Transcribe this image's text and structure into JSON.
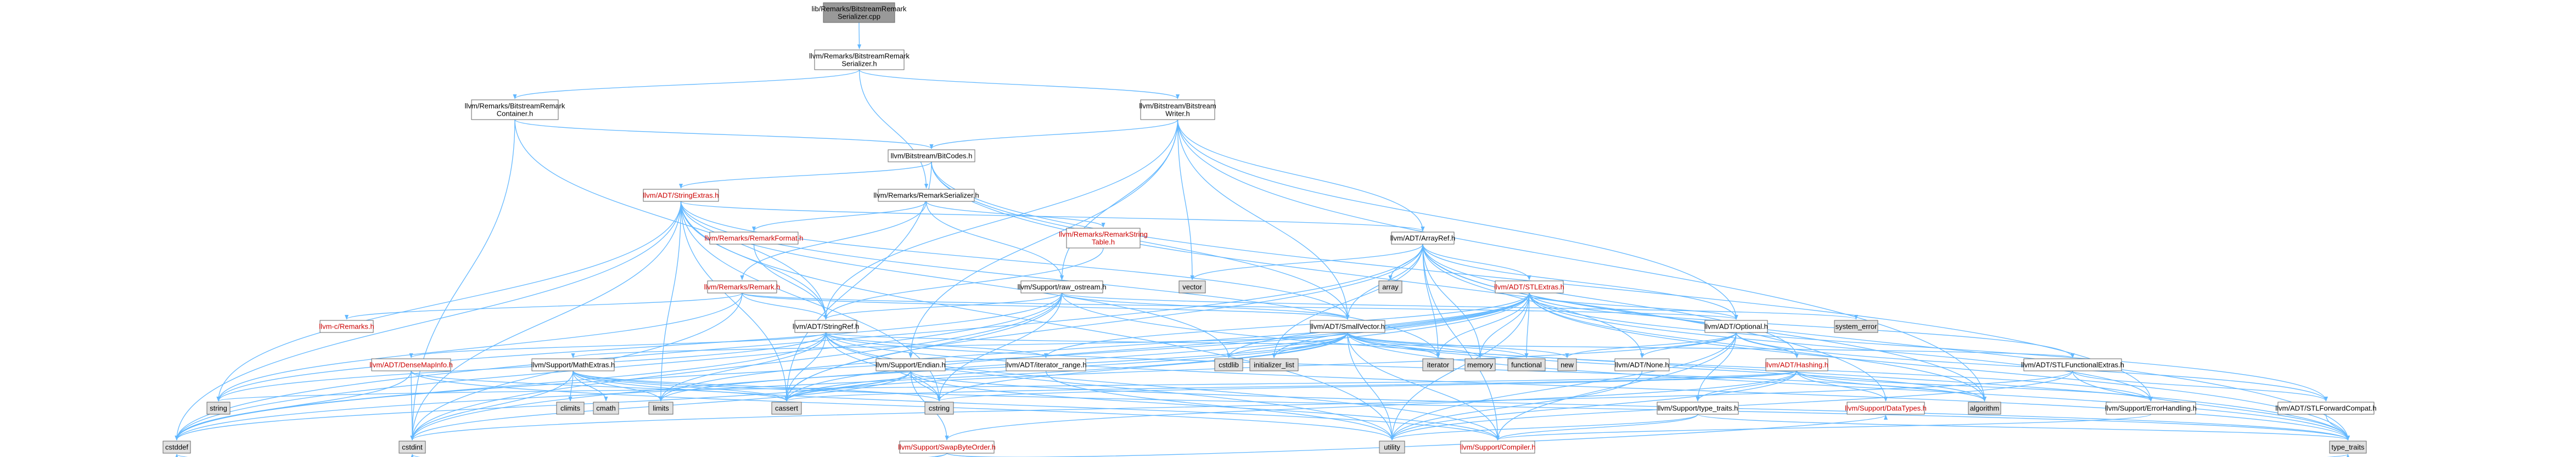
{
  "nodes": [
    {
      "id": "root",
      "lines": [
        "lib/Remarks/BitstreamRemark",
        "Serializer.cpp"
      ],
      "style": "root"
    },
    {
      "id": "brs_h",
      "lines": [
        "llvm/Remarks/BitstreamRemark",
        "Serializer.h"
      ],
      "style": "plain"
    },
    {
      "id": "brc_h",
      "lines": [
        "llvm/Remarks/BitstreamRemark",
        "Container.h"
      ],
      "style": "plain"
    },
    {
      "id": "bw_h",
      "lines": [
        "llvm/Bitstream/Bitstream",
        "Writer.h"
      ],
      "style": "plain"
    },
    {
      "id": "bitcodes",
      "lines": [
        "llvm/Bitstream/BitCodes.h"
      ],
      "style": "plain"
    },
    {
      "id": "stringextras",
      "lines": [
        "llvm/ADT/StringExtras.h"
      ],
      "style": "red"
    },
    {
      "id": "remarkser",
      "lines": [
        "llvm/Remarks/RemarkSerializer.h"
      ],
      "style": "plain"
    },
    {
      "id": "remarkformat",
      "lines": [
        "llvm/Remarks/RemarkFormat.h"
      ],
      "style": "red"
    },
    {
      "id": "remarkstrtab",
      "lines": [
        "llvm/Remarks/RemarkString",
        "Table.h"
      ],
      "style": "red"
    },
    {
      "id": "arrayref",
      "lines": [
        "llvm/ADT/ArrayRef.h"
      ],
      "style": "plain"
    },
    {
      "id": "remark_h",
      "lines": [
        "llvm/Remarks/Remark.h"
      ],
      "style": "red"
    },
    {
      "id": "rawostream",
      "lines": [
        "llvm/Support/raw_ostream.h"
      ],
      "style": "plain"
    },
    {
      "id": "stlextras",
      "lines": [
        "llvm/ADT/STLExtras.h"
      ],
      "style": "red"
    },
    {
      "id": "array",
      "lines": [
        "array"
      ],
      "style": "sys"
    },
    {
      "id": "vector",
      "lines": [
        "vector"
      ],
      "style": "sys"
    },
    {
      "id": "stringref",
      "lines": [
        "llvm/ADT/StringRef.h"
      ],
      "style": "plain"
    },
    {
      "id": "remarks_c",
      "lines": [
        "llvm-c/Remarks.h"
      ],
      "style": "red"
    },
    {
      "id": "smallvector",
      "lines": [
        "llvm/ADT/SmallVector.h"
      ],
      "style": "plain"
    },
    {
      "id": "optional",
      "lines": [
        "llvm/ADT/Optional.h"
      ],
      "style": "plain"
    },
    {
      "id": "systemerror",
      "lines": [
        "system_error"
      ],
      "style": "sys"
    },
    {
      "id": "densemapinfo",
      "lines": [
        "llvm/ADT/DenseMapInfo.h"
      ],
      "style": "red"
    },
    {
      "id": "mathextras",
      "lines": [
        "llvm/Support/MathExtras.h"
      ],
      "style": "plain"
    },
    {
      "id": "endian",
      "lines": [
        "llvm/Support/Endian.h"
      ],
      "style": "plain"
    },
    {
      "id": "iterrange",
      "lines": [
        "llvm/ADT/iterator_range.h"
      ],
      "style": "plain"
    },
    {
      "id": "cstdlib",
      "lines": [
        "cstdlib"
      ],
      "style": "sys"
    },
    {
      "id": "initlist",
      "lines": [
        "initializer_list"
      ],
      "style": "sys"
    },
    {
      "id": "iterator",
      "lines": [
        "iterator"
      ],
      "style": "sys"
    },
    {
      "id": "memory",
      "lines": [
        "memory"
      ],
      "style": "sys"
    },
    {
      "id": "functional",
      "lines": [
        "functional"
      ],
      "style": "sys"
    },
    {
      "id": "new",
      "lines": [
        "new"
      ],
      "style": "sys"
    },
    {
      "id": "none",
      "lines": [
        "llvm/ADT/None.h"
      ],
      "style": "plain"
    },
    {
      "id": "hashing",
      "lines": [
        "llvm/ADT/Hashing.h"
      ],
      "style": "red"
    },
    {
      "id": "stlfuncextras",
      "lines": [
        "llvm/ADT/STLFunctionalExtras.h"
      ],
      "style": "plain"
    },
    {
      "id": "string",
      "lines": [
        "string"
      ],
      "style": "sys"
    },
    {
      "id": "climits",
      "lines": [
        "climits"
      ],
      "style": "sys"
    },
    {
      "id": "cmath",
      "lines": [
        "cmath"
      ],
      "style": "sys"
    },
    {
      "id": "limits",
      "lines": [
        "limits"
      ],
      "style": "sys"
    },
    {
      "id": "cassert",
      "lines": [
        "cassert"
      ],
      "style": "sys"
    },
    {
      "id": "cstring",
      "lines": [
        "cstring"
      ],
      "style": "sys"
    },
    {
      "id": "typetraits_h",
      "lines": [
        "llvm/Support/type_traits.h"
      ],
      "style": "plain"
    },
    {
      "id": "datatypes",
      "lines": [
        "llvm/Support/DataTypes.h"
      ],
      "style": "red"
    },
    {
      "id": "algorithm",
      "lines": [
        "algorithm"
      ],
      "style": "sys"
    },
    {
      "id": "errorhandling",
      "lines": [
        "llvm/Support/ErrorHandling.h"
      ],
      "style": "plain"
    },
    {
      "id": "stlforward",
      "lines": [
        "llvm/ADT/STLForwardCompat.h"
      ],
      "style": "plain"
    },
    {
      "id": "swapbyteorder",
      "lines": [
        "llvm/Support/SwapByteOrder.h"
      ],
      "style": "red"
    },
    {
      "id": "cstddef",
      "lines": [
        "cstddef"
      ],
      "style": "sys"
    },
    {
      "id": "cstdint",
      "lines": [
        "cstdint"
      ],
      "style": "sys"
    },
    {
      "id": "utility",
      "lines": [
        "utility"
      ],
      "style": "sys"
    },
    {
      "id": "compiler",
      "lines": [
        "llvm/Support/Compiler.h"
      ],
      "style": "red"
    },
    {
      "id": "type_traits",
      "lines": [
        "type_traits"
      ],
      "style": "sys"
    }
  ],
  "edges": [
    [
      "root",
      "brs_h"
    ],
    [
      "brs_h",
      "brc_h"
    ],
    [
      "brs_h",
      "bw_h"
    ],
    [
      "brs_h",
      "remarkser"
    ],
    [
      "brc_h",
      "bitcodes"
    ],
    [
      "brc_h",
      "stringref"
    ],
    [
      "brc_h",
      "cstdint"
    ],
    [
      "bw_h",
      "bitcodes"
    ],
    [
      "bw_h",
      "arrayref"
    ],
    [
      "bw_h",
      "optional"
    ],
    [
      "bw_h",
      "smallvector"
    ],
    [
      "bw_h",
      "stringref"
    ],
    [
      "bw_h",
      "endian"
    ],
    [
      "bw_h",
      "rawostream"
    ],
    [
      "bw_h",
      "algorithm"
    ],
    [
      "bw_h",
      "vector"
    ],
    [
      "bitcodes",
      "stringextras"
    ],
    [
      "bitcodes",
      "smallvector"
    ],
    [
      "bitcodes",
      "datatypes"
    ],
    [
      "bitcodes",
      "errorhandling"
    ],
    [
      "bitcodes",
      "cassert"
    ],
    [
      "stringextras",
      "arrayref"
    ],
    [
      "stringextras",
      "smallvector"
    ],
    [
      "stringextras",
      "stringref"
    ],
    [
      "stringextras",
      "string"
    ],
    [
      "stringextras",
      "cassert"
    ],
    [
      "stringextras",
      "cstddef"
    ],
    [
      "stringextras",
      "cstdint"
    ],
    [
      "stringextras",
      "cstdlib"
    ],
    [
      "stringextras",
      "cstring"
    ],
    [
      "stringextras",
      "iterator"
    ],
    [
      "stringextras",
      "utility"
    ],
    [
      "stringextras",
      "limits"
    ],
    [
      "remarkser",
      "remarkformat"
    ],
    [
      "remarkser",
      "remarkstrtab"
    ],
    [
      "remarkser",
      "remark_h"
    ],
    [
      "remarkser",
      "rawostream"
    ],
    [
      "remarkformat",
      "stringref"
    ],
    [
      "remarkstrtab",
      "stringref"
    ],
    [
      "arrayref",
      "stlextras"
    ],
    [
      "arrayref",
      "smallvector"
    ],
    [
      "arrayref",
      "none"
    ],
    [
      "arrayref",
      "optional"
    ],
    [
      "arrayref",
      "array"
    ],
    [
      "arrayref",
      "vector"
    ],
    [
      "arrayref",
      "hashing"
    ],
    [
      "arrayref",
      "compiler"
    ],
    [
      "arrayref",
      "algorithm"
    ],
    [
      "arrayref",
      "cassert"
    ],
    [
      "arrayref",
      "cstddef"
    ],
    [
      "arrayref",
      "initlist"
    ],
    [
      "arrayref",
      "iterator"
    ],
    [
      "arrayref",
      "memory"
    ],
    [
      "arrayref",
      "type_traits"
    ],
    [
      "remark_h",
      "remarks_c"
    ],
    [
      "remark_h",
      "optional"
    ],
    [
      "remark_h",
      "smallvector"
    ],
    [
      "remark_h",
      "stringref"
    ],
    [
      "remark_h",
      "string"
    ],
    [
      "remark_h",
      "cstdint"
    ],
    [
      "rawostream",
      "smallvector"
    ],
    [
      "rawostream",
      "stringref"
    ],
    [
      "rawostream",
      "cassert"
    ],
    [
      "rawostream",
      "cstddef"
    ],
    [
      "rawostream",
      "cstdint"
    ],
    [
      "rawostream",
      "cstring"
    ],
    [
      "rawostream",
      "string"
    ],
    [
      "rawostream",
      "systemerror"
    ],
    [
      "rawostream",
      "type_traits"
    ],
    [
      "stlextras",
      "stlforward"
    ],
    [
      "stlextras",
      "stlfuncextras"
    ],
    [
      "stlextras",
      "optional"
    ],
    [
      "stlextras",
      "iterrange"
    ],
    [
      "stlextras",
      "errorhandling"
    ],
    [
      "stlextras",
      "algorithm"
    ],
    [
      "stlextras",
      "cassert"
    ],
    [
      "stlextras",
      "cstddef"
    ],
    [
      "stlextras",
      "cstdint"
    ],
    [
      "stlextras",
      "cstdlib"
    ],
    [
      "stlextras",
      "functional"
    ],
    [
      "stlextras",
      "initlist"
    ],
    [
      "stlextras",
      "iterator"
    ],
    [
      "stlextras",
      "limits"
    ],
    [
      "stlextras",
      "memory"
    ],
    [
      "stlextras",
      "tuple"
    ],
    [
      "stlextras",
      "type_traits"
    ],
    [
      "stlextras",
      "utility"
    ],
    [
      "stringref",
      "stlfuncextras"
    ],
    [
      "stringref",
      "iterrange"
    ],
    [
      "stringref",
      "compiler"
    ],
    [
      "stringref",
      "algorithm"
    ],
    [
      "stringref",
      "cassert"
    ],
    [
      "stringref",
      "cstddef"
    ],
    [
      "stringref",
      "cstring"
    ],
    [
      "stringref",
      "limits"
    ],
    [
      "stringref",
      "string"
    ],
    [
      "stringref",
      "type_traits"
    ],
    [
      "stringref",
      "utility"
    ],
    [
      "stringref",
      "densemapinfo"
    ],
    [
      "smallvector",
      "compiler"
    ],
    [
      "smallvector",
      "errorhandling"
    ],
    [
      "smallvector",
      "mathextras"
    ],
    [
      "smallvector",
      "type_traits_h"
    ],
    [
      "smallvector",
      "algorithm"
    ],
    [
      "smallvector",
      "cassert"
    ],
    [
      "smallvector",
      "cstddef"
    ],
    [
      "smallvector",
      "cstdlib"
    ],
    [
      "smallvector",
      "cstring"
    ],
    [
      "smallvector",
      "functional"
    ],
    [
      "smallvector",
      "initlist"
    ],
    [
      "smallvector",
      "iterator"
    ],
    [
      "smallvector",
      "limits"
    ],
    [
      "smallvector",
      "memory"
    ],
    [
      "smallvector",
      "new"
    ],
    [
      "smallvector",
      "type_traits"
    ],
    [
      "smallvector",
      "utility"
    ],
    [
      "optional",
      "hashing"
    ],
    [
      "optional",
      "none"
    ],
    [
      "optional",
      "stlforward"
    ],
    [
      "optional",
      "compiler"
    ],
    [
      "optional",
      "typetraits_h"
    ],
    [
      "optional",
      "cassert"
    ],
    [
      "optional",
      "new"
    ],
    [
      "optional",
      "utility"
    ],
    [
      "densemapinfo",
      "cassert"
    ],
    [
      "densemapinfo",
      "cstddef"
    ],
    [
      "densemapinfo",
      "cstdint"
    ],
    [
      "densemapinfo",
      "utility"
    ],
    [
      "mathextras",
      "compiler"
    ],
    [
      "mathextras",
      "cassert"
    ],
    [
      "mathextras",
      "climits"
    ],
    [
      "mathextras",
      "cmath"
    ],
    [
      "mathextras",
      "cstdint"
    ],
    [
      "mathextras",
      "cstring"
    ],
    [
      "mathextras",
      "limits"
    ],
    [
      "mathextras",
      "type_traits"
    ],
    [
      "endian",
      "compiler"
    ],
    [
      "endian",
      "swapbyteorder"
    ],
    [
      "endian",
      "cassert"
    ],
    [
      "endian",
      "cstddef"
    ],
    [
      "endian",
      "cstdint"
    ],
    [
      "endian",
      "cstring"
    ],
    [
      "endian",
      "type_traits"
    ],
    [
      "iterrange",
      "utility"
    ],
    [
      "none",
      "utility"
    ],
    [
      "hashing",
      "errorhandling"
    ],
    [
      "hashing",
      "swapbyteorder"
    ],
    [
      "hashing",
      "typetraits_h"
    ],
    [
      "hashing",
      "datatypes"
    ],
    [
      "hashing",
      "algorithm"
    ],
    [
      "hashing",
      "cassert"
    ],
    [
      "hashing",
      "cstring"
    ],
    [
      "hashing",
      "string"
    ],
    [
      "hashing",
      "tuple"
    ],
    [
      "hashing",
      "utility"
    ],
    [
      "stlfuncextras",
      "stlforward"
    ],
    [
      "stlfuncextras",
      "cstdint"
    ],
    [
      "stlfuncextras",
      "type_traits"
    ],
    [
      "stlfuncextras",
      "utility"
    ],
    [
      "typetraits_h",
      "compiler"
    ],
    [
      "typetraits_h",
      "type_traits"
    ],
    [
      "typetraits_h",
      "utility"
    ],
    [
      "errorhandling",
      "compiler"
    ],
    [
      "stlforward",
      "type_traits"
    ],
    [
      "swapbyteorder",
      "datatypes"
    ],
    [
      "swapbyteorder",
      "cstddef"
    ],
    [
      "swapbyteorder",
      "cstdint"
    ],
    [
      "swapbyteorder",
      "type_traits"
    ]
  ]
}
